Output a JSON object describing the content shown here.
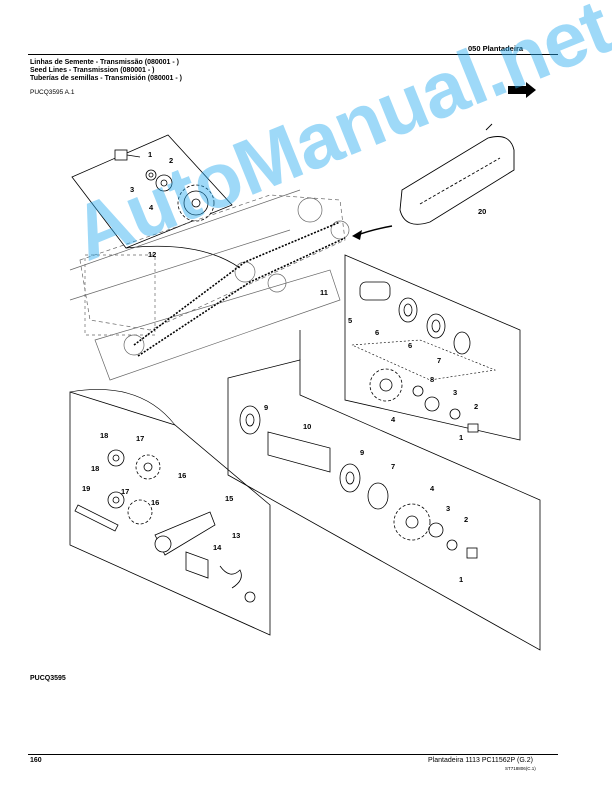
{
  "header": {
    "section": "050  Plantadeira",
    "titles": [
      "Linhas de Semente - Transmissão (080001 - )",
      "Seed Lines - Transmission (080001 - )",
      "Tuberías de semillas - Transmisión (080001 - )"
    ],
    "ref_code": "PUCQ3595 A.1"
  },
  "figure": {
    "code": "PUCQ3595",
    "callouts": [
      "1",
      "2",
      "3",
      "4",
      "5",
      "6",
      "7",
      "8",
      "9",
      "10",
      "11",
      "12",
      "13",
      "14",
      "15",
      "16",
      "17",
      "18",
      "19",
      "20"
    ]
  },
  "footer": {
    "page": "160",
    "doc": "Plantadeira 1113    PC11562P    (G.2)",
    "code": "ST718806(C.1)"
  },
  "watermark": "AutoManual.net"
}
